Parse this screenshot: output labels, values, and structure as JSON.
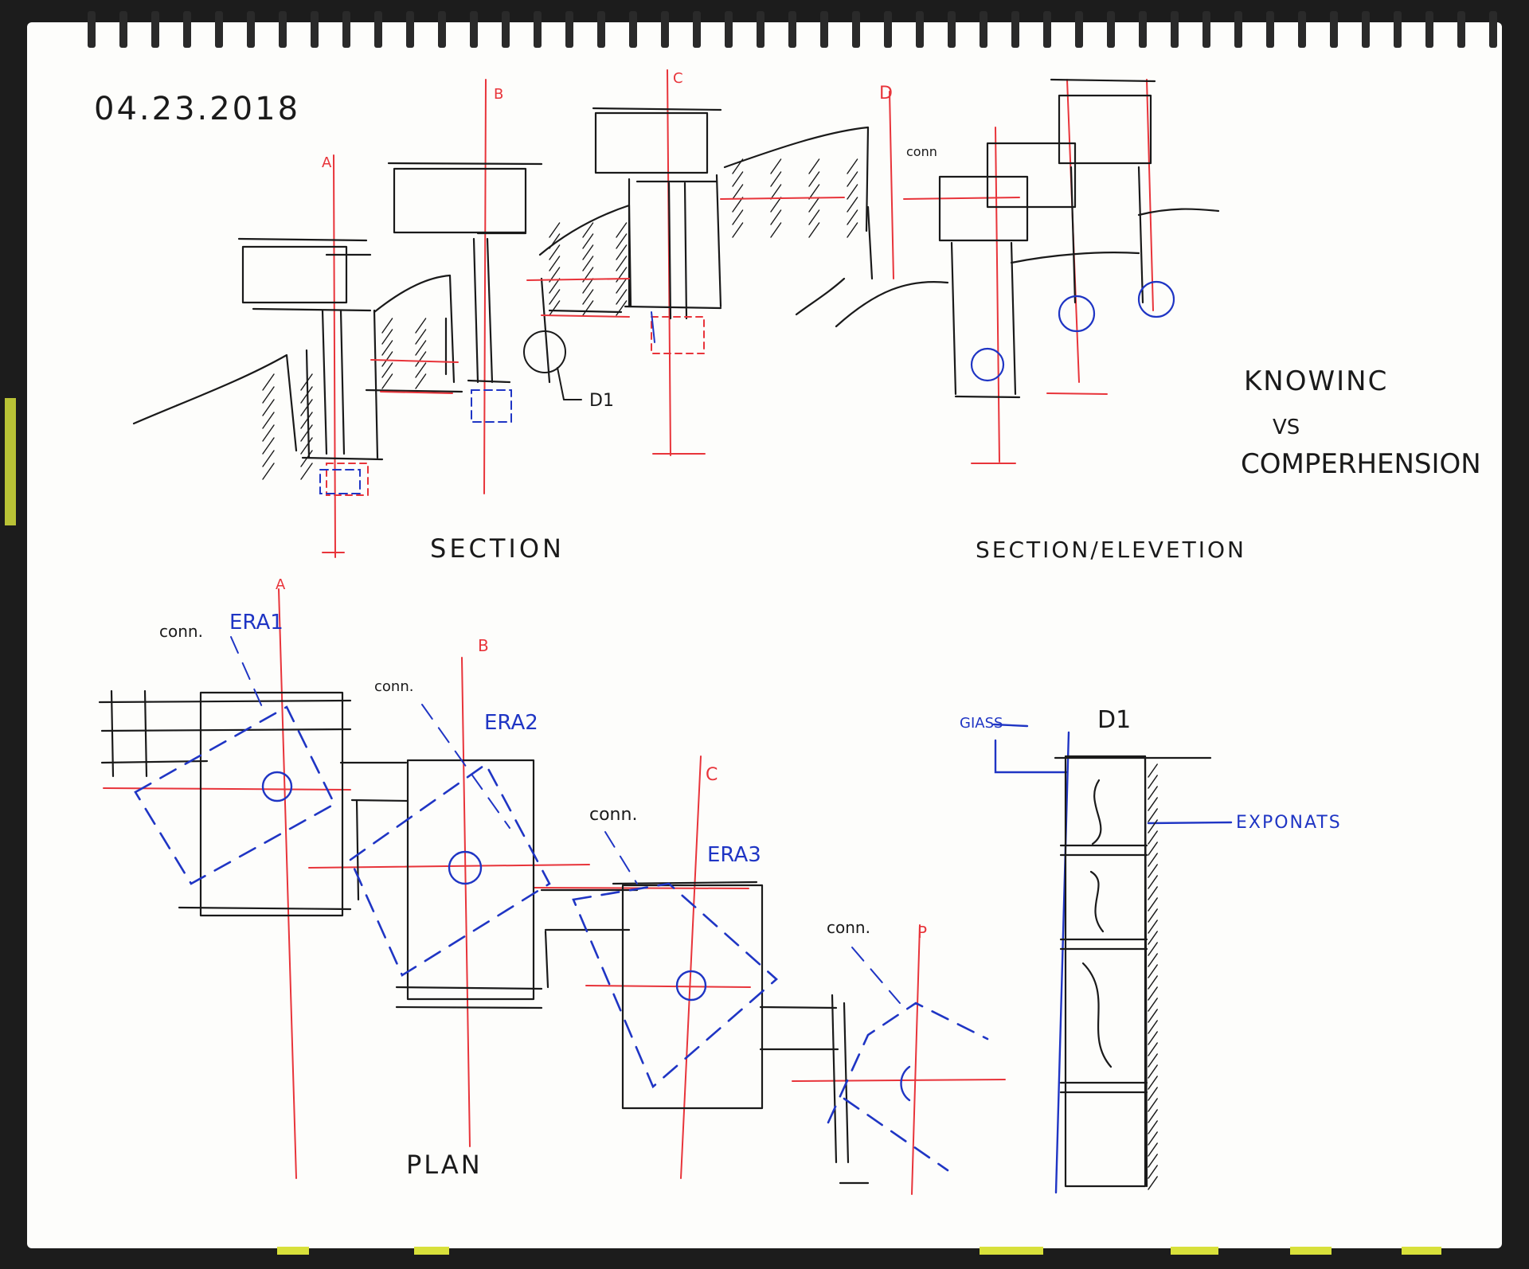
{
  "date": "04.23.2018",
  "titles": {
    "section": "SECTION",
    "section_elevation": "SECTION/ELEVETION",
    "plan": "PLAN"
  },
  "note": {
    "line1": "KNOWINC",
    "line2": "VS",
    "line3": "COMPERHENSION"
  },
  "section_grid": [
    "A",
    "B",
    "C",
    "D"
  ],
  "plan_grid": [
    "A",
    "B",
    "C",
    "P"
  ],
  "plan_labels": {
    "conn": "conn.",
    "conn_short": "conn",
    "era1": "ERA1",
    "era2": "ERA2",
    "era3": "ERA3"
  },
  "detail": {
    "callout": "D1",
    "title": "D1",
    "glass": "GIASS",
    "exhibits": "EXPONATS"
  },
  "colors": {
    "ink": "#1a1a1a",
    "grid_red": "#e8343a",
    "annotation_blue": "#1f35c4",
    "paper": "#fdfdfb",
    "tab_yellow": "#d8e03a"
  }
}
